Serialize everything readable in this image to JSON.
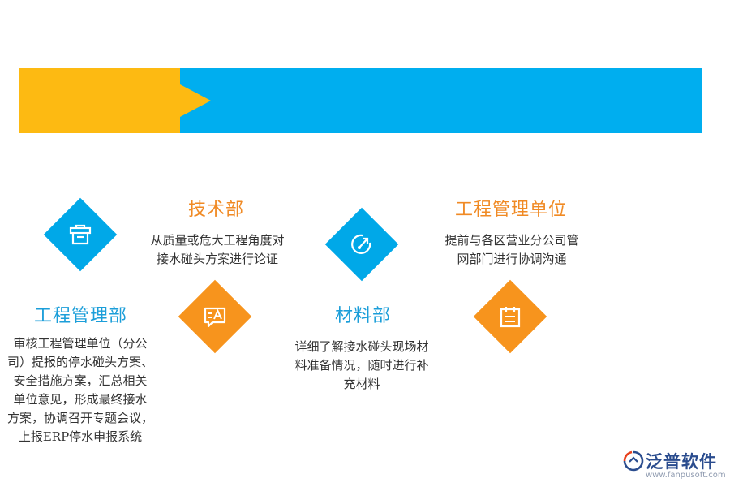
{
  "colors": {
    "banner_yellow": "#FDBA12",
    "banner_blue": "#00AEEF",
    "diamond_blue": "#00A8E8",
    "diamond_orange": "#F7941D",
    "heading_orange": "#F08A24",
    "heading_blue": "#1B9ED9"
  },
  "items": {
    "tech": {
      "title": "技术部",
      "desc": "从质量或危大工程角度对\n接水碰头方案进行论证",
      "icon": "briefcase-icon"
    },
    "unit": {
      "title": "工程管理单位",
      "desc": "提前与各区营业分公司管\n网部门进行协调沟通",
      "icon": "speedometer-icon"
    },
    "dept": {
      "title": "工程管理部",
      "desc": "审核工程管理单位（分公\n司）提报的停水碰头方案、\n安全措施方案，汇总相关\n单位意见，形成最终接水\n方案，协调召开专题会议，\n上报ERP停水申报系统",
      "icon": "message-icon"
    },
    "material": {
      "title": "材料部",
      "desc": "详细了解接水碰头现场材\n料准备情况，随时进行补\n充材料",
      "icon": "calendar-icon"
    }
  },
  "logo": {
    "brand": "泛普软件",
    "site": "www.fanpusoft.com"
  }
}
